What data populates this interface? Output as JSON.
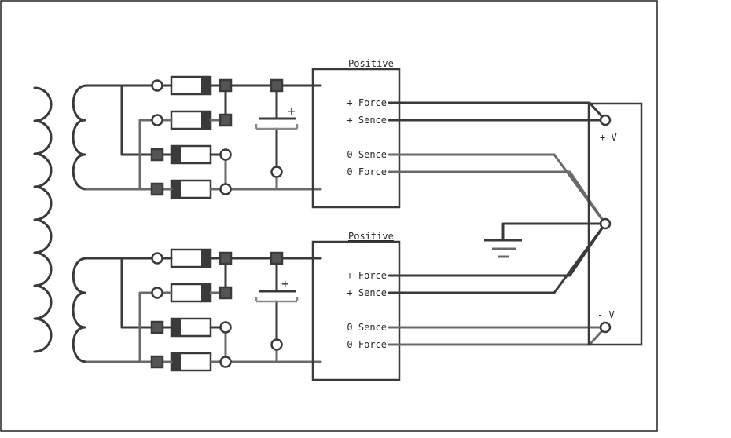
{
  "supply_top": {
    "title": "Positive",
    "terminals": [
      "+ Force",
      "+ Sence",
      "0 Sence",
      "0 Force"
    ],
    "cap_polarity": "+"
  },
  "supply_bottom": {
    "title": "Positive",
    "terminals": [
      "+ Force",
      "+ Sence",
      "0 Sence",
      "0 Force"
    ],
    "cap_polarity": "+"
  },
  "load": {
    "pos_label": "+ V",
    "neg_label": "- V"
  },
  "colors": {
    "wire_dark": "#3a3a3a",
    "wire_gray": "#6a6a6a",
    "background": "#ffffff"
  }
}
